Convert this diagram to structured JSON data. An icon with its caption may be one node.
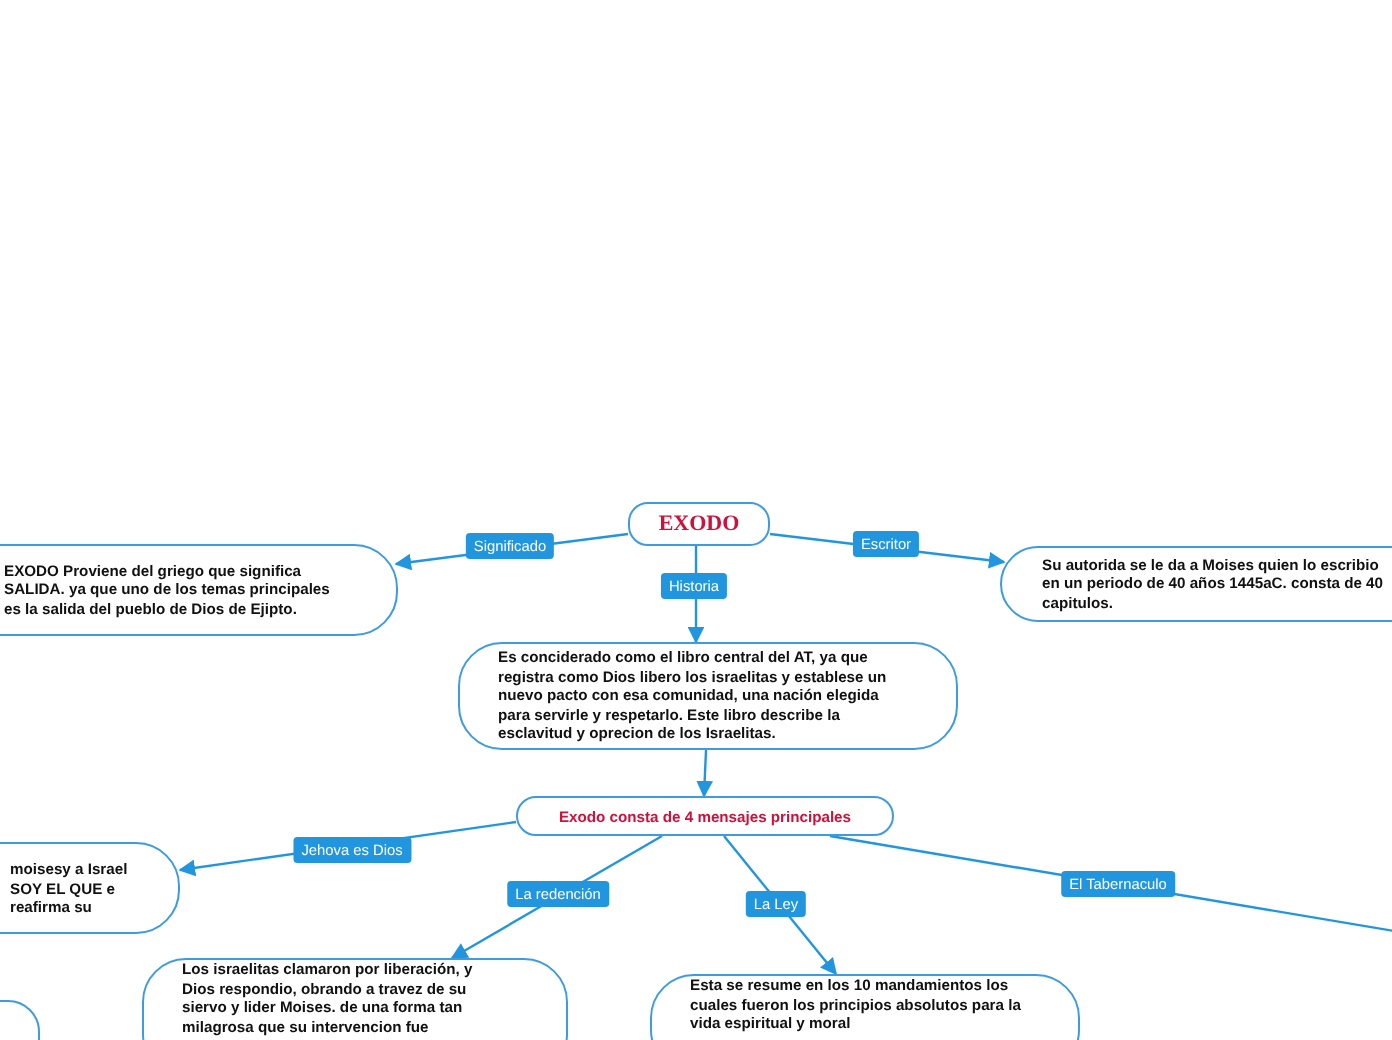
{
  "diagram": {
    "nodes": [
      {
        "text": [
          "EXODO"
        ]
      },
      {
        "text": [
          "EXODO Proviene del griego que significa SALIDA. ya que uno de los temas principales es la salida del pueblo de Dios de Ejipto."
        ]
      },
      {
        "text": [
          "Su autorida se le da a Moises quien lo escribio en un periodo de 40 años 1445aC. consta de 40 capitulos."
        ]
      },
      {
        "text": [
          "Es conciderado como el libro central del AT, ya que registra como Dios libero los israelitas y establese un nuevo pacto con esa comunidad, una nación elegida para servirle y respetarlo. Este libro describe la esclavitud y oprecion de los Israelitas."
        ]
      },
      {
        "text": [
          "Exodo consta de 4 mensajes principales"
        ]
      },
      {
        "text": [
          "moisesy a Israel SOY EL QUE e reafirma su"
        ]
      },
      {
        "text": [],
        "shape": "box"
      },
      {
        "text": [
          "Los israelitas clamaron por liberación, y Dios respondio, obrando a travez de su siervo y lider Moises. de una forma tan milagrosa  que su intervencion fue"
        ]
      },
      {
        "text": [
          "Esta se resume en los 10 mandamientos los cuales fueron los principios absolutos para la vida espiritual y moral"
        ]
      }
    ],
    "edges": [
      {
        "from": 0,
        "to": 1,
        "arrow": "to",
        "label": "Significado"
      },
      {
        "from": 0,
        "to": 2,
        "arrow": "to",
        "label": "Escritor"
      },
      {
        "from": 0,
        "to": 3,
        "arrow": "to",
        "label": "Historia"
      },
      {
        "from": 3,
        "to": 4,
        "arrow": "to"
      },
      {
        "from": 4,
        "to": 5,
        "arrow": "to",
        "label": "Jehova es Dios"
      },
      {
        "from": 4,
        "to": 7,
        "arrow": "to",
        "label": "La redención"
      },
      {
        "from": 4,
        "to": 8,
        "arrow": "to",
        "label": "La Ley"
      },
      {
        "from": 4,
        "to": null,
        "arrow": "none",
        "label": "El Tabernaculo"
      }
    ]
  }
}
